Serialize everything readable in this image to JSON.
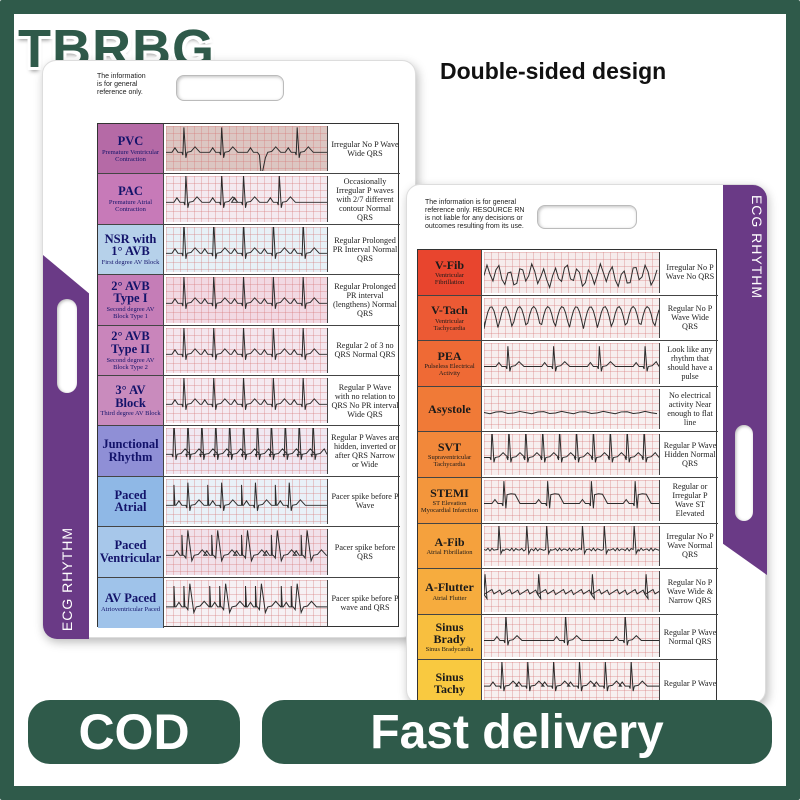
{
  "brand": "TBRBG",
  "tagline": "Double-sided design",
  "badges": {
    "cod": "COD",
    "delivery": "Fast delivery"
  },
  "left_card": {
    "disclaimer": [
      "The information",
      "is for general",
      "reference only."
    ],
    "band_label": "ECG RHYTHM",
    "rows": [
      {
        "name": "PVC",
        "sub": "Premature Ventricular Contraction",
        "note": "Irregular No P Wave Wide QRS",
        "label_color": "#b56aa6",
        "strip_color": "#dcc6c2",
        "pattern": "pvc"
      },
      {
        "name": "PAC",
        "sub": "Premature Atrial Contraction",
        "note": "Occasionally Irregular P waves with 2/7 different contour Normal QRS",
        "label_color": "#c77ab8",
        "strip_color": "#f4eaf0",
        "pattern": "pac"
      },
      {
        "name": "NSR with 1° AVB",
        "sub": "First degree AV Block",
        "note": "Regular Prolonged PR Interval Normal QRS",
        "label_color": "#b6d1ea",
        "strip_color": "#e7f1f7",
        "pattern": "nsr"
      },
      {
        "name": "2° AVB Type I",
        "sub": "Second degree AV Block Type 1",
        "note": "Regular Prolonged PR interval (lengthens) Normal QRS",
        "label_color": "#c57db7",
        "strip_color": "#f2d9e3",
        "pattern": "avb1"
      },
      {
        "name": "2° AVB Type II",
        "sub": "Second degree AV Block Type 2",
        "note": "Regular 2 of 3 no QRS Normal QRS",
        "label_color": "#c985bb",
        "strip_color": "#f4e6ee",
        "pattern": "avb2"
      },
      {
        "name": "3° AV Block",
        "sub": "Third degree AV Block",
        "note": "Regular P Wave with no relation to QRS No PR interval Wide QRS",
        "label_color": "#c98bbd",
        "strip_color": "#f5eaf1",
        "pattern": "avb3"
      },
      {
        "name": "Junctional Rhythm",
        "sub": "",
        "note": "Regular P Waves are hidden, inverted or after QRS Narrow or Wide",
        "label_color": "#8f8fd6",
        "strip_color": "#f0e8f2",
        "pattern": "junctional"
      },
      {
        "name": "Paced Atrial",
        "sub": "",
        "note": "Pacer spike before P Wave",
        "label_color": "#8fb8e6",
        "strip_color": "#e9f1f8",
        "pattern": "pacedA"
      },
      {
        "name": "Paced Ventricular",
        "sub": "",
        "note": "Pacer spike before QRS",
        "label_color": "#a7c7ea",
        "strip_color": "#f1e1ea",
        "pattern": "pacedV"
      },
      {
        "name": "AV Paced",
        "sub": "Atrioventricular Paced",
        "note": "Pacer spike before P wave and QRS",
        "label_color": "#9fc3ea",
        "strip_color": "#f6f1f4",
        "pattern": "avPaced"
      }
    ]
  },
  "right_card": {
    "disclaimer": [
      "The information is for general",
      "reference only. RESOURCE RN",
      "is not liable for any decisions or",
      "outcomes resulting from its use."
    ],
    "band_label": "ECG RHYTHM",
    "rows": [
      {
        "name": "V-Fib",
        "sub": "Ventricular Fibrillation",
        "note": "Irregular No P Wave No QRS",
        "label_color": "#e8452e",
        "strip_color": "#f6ecec",
        "pattern": "vfib"
      },
      {
        "name": "V-Tach",
        "sub": "Ventricular Tachycardia",
        "note": "Regular No P Wave Wide QRS",
        "label_color": "#ec5a34",
        "strip_color": "#f7eeee",
        "pattern": "vtach"
      },
      {
        "name": "PEA",
        "sub": "Pulseless Electrical Activity",
        "note": "Look like any rhythm that should have a pulse",
        "label_color": "#ef6a35",
        "strip_color": "#f7efef",
        "pattern": "pea"
      },
      {
        "name": "Asystole",
        "sub": "",
        "note": "No electrical activity Near enough to flat line",
        "label_color": "#f07a37",
        "strip_color": "#f7f0f0",
        "pattern": "asystole"
      },
      {
        "name": "SVT",
        "sub": "Supraventricular Tachycardia",
        "note": "Regular P Wave Hidden Normal QRS",
        "label_color": "#f2883a",
        "strip_color": "#f7efef",
        "pattern": "svt"
      },
      {
        "name": "STEMI",
        "sub": "ST Elevation Myocardial Infarction",
        "note": "Regular or Irregular P Wave ST Elevated",
        "label_color": "#f3963c",
        "strip_color": "#f7eeee",
        "pattern": "stemi"
      },
      {
        "name": "A-Fib",
        "sub": "Atrial Fibrillation",
        "note": "Irregular No P Wave Normal QRS",
        "label_color": "#f5a13d",
        "strip_color": "#f7efef",
        "pattern": "afib"
      },
      {
        "name": "A-Flutter",
        "sub": "Atrial Flutter",
        "note": "Regular No P Wave Wide & Narrow QRS",
        "label_color": "#f6ac3e",
        "strip_color": "#f7efef",
        "pattern": "aflutter"
      },
      {
        "name": "Sinus Brady",
        "sub": "Sinus Bradycardia",
        "note": "Regular P Wave Normal QRS",
        "label_color": "#f8bf3f",
        "strip_color": "#f7f0f0",
        "pattern": "brady"
      },
      {
        "name": "Sinus Tachy",
        "sub": "",
        "note": "Regular P Wave",
        "label_color": "#f9c940",
        "strip_color": "#f7f0f0",
        "pattern": "tachy"
      }
    ]
  }
}
